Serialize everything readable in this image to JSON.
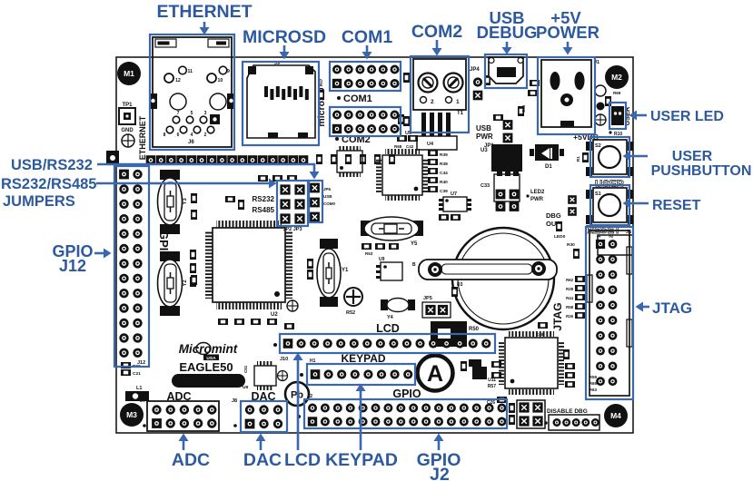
{
  "colors": {
    "callout_text": "#2d5a9e",
    "highlight_blue": "#3a67ad",
    "silkscreen": "#111111",
    "board_edge": "#1a1a1a"
  },
  "callouts": {
    "ethernet": "ETHERNET",
    "microsd": "MICROSD",
    "com1": "COM1",
    "com2": "COM2",
    "usb_debug": [
      "USB",
      "DEBUG"
    ],
    "power_5v": [
      "+5V",
      "POWER"
    ],
    "user_led": "USER LED",
    "user_pushbutton": [
      "USER",
      "PUSHBUTTON"
    ],
    "reset": "RESET",
    "jtag": "JTAG",
    "gpio_j12": [
      "GPIO",
      "J12"
    ],
    "usb_rs232": "USB/RS232",
    "rs232_rs485_jumpers": [
      "RS232/RS485",
      "JUMPERS"
    ],
    "adc": "ADC",
    "dac": "DAC",
    "lcd": "LCD",
    "keypad": "KEYPAD",
    "gpio_j2": [
      "GPIO",
      "J2"
    ]
  },
  "silkscreen": {
    "m1": "M1",
    "m2": "M2",
    "m3": "M3",
    "m4": "M4",
    "tp1": "TP1",
    "gnd": "GND",
    "ethernet_vert": "ETHERNET",
    "j6": "J6",
    "eth_pins_top": [
      "12",
      "11",
      "10",
      "9"
    ],
    "eth_pins_bottom": [
      "7",
      "5",
      "3",
      "8",
      "6",
      "4",
      "2"
    ],
    "j9": "J9",
    "microsd_vert": "microSD",
    "com1": "COM1",
    "com2": "COM2",
    "r47": "R47",
    "com2_terminals": [
      "2",
      "1"
    ],
    "t1": "T1",
    "u5": "U5",
    "jp4": "JP4",
    "usb_pwr": [
      "USB",
      "PWR"
    ],
    "jp1": "JP1",
    "c45": "C45",
    "u3": "U3",
    "c33": "C33",
    "led2": "LED2",
    "led2_pwr": "PWR",
    "j1": "J1",
    "plus_5vdc": "+5VDC",
    "d1": "D1",
    "r69": "R69",
    "user_vert": "USER",
    "r10": "R10",
    "s2": "S2",
    "user": "USER",
    "r1": "R1",
    "s1": "S1",
    "reset": "RESET",
    "j5": "J5",
    "dbg_out": [
      "DBG",
      "OUT"
    ],
    "led0": "LED0",
    "jtag_vert": "JTAG",
    "jtag_pin1": "1",
    "jtag_pin2": "2",
    "r30": "R30",
    "jtag_resistors": [
      "R62",
      "R28",
      "R44",
      "R58",
      "R26"
    ],
    "jtag_inner": [
      "R59",
      "R65",
      "R63"
    ],
    "b": "B",
    "c46": "C46",
    "u2": "U2",
    "u4": "U4",
    "u4_parts": [
      "R39",
      "R38",
      "C44",
      "R40",
      "C39"
    ],
    "r68": "R68",
    "c42": "C42",
    "u7": "U7",
    "u9": "U9",
    "y1": "Y1",
    "y2": "Y2",
    "y3": "Y3",
    "y4": "Y4",
    "y5": "Y5",
    "r52": "R52",
    "r53": "R53",
    "jp5": "JP5",
    "d3": "D3",
    "r50": "R50",
    "u11": "U11",
    "r57": "R57",
    "c26": "C26",
    "q1": "Q1",
    "disable_dbg": "DISABLE DBG",
    "gpio_vert": "GPIO",
    "j12": "J12",
    "r20": "R20",
    "c21": "C21",
    "l1": "L1",
    "micromint": "Micromint",
    "usa": "USA",
    "eagle50": "EAGLE50",
    "adc": "ADC",
    "dac": "DAC",
    "j7": "J7",
    "j8": "J8",
    "u8": "U8",
    "c51": "C51",
    "lcd": "LCD",
    "j10": "J10",
    "keypad": "KEYPAD",
    "h1": "H1",
    "gpio": "GPIO",
    "j2": "J2",
    "a_mark": "A",
    "pb_mark": "Pb",
    "rs232": "RS232",
    "rs485": "RS485",
    "jp2_jp3": "JP2 JP3",
    "jp6": "JP6",
    "jp6_usb": "USB",
    "jp6_com0": "COM0"
  }
}
